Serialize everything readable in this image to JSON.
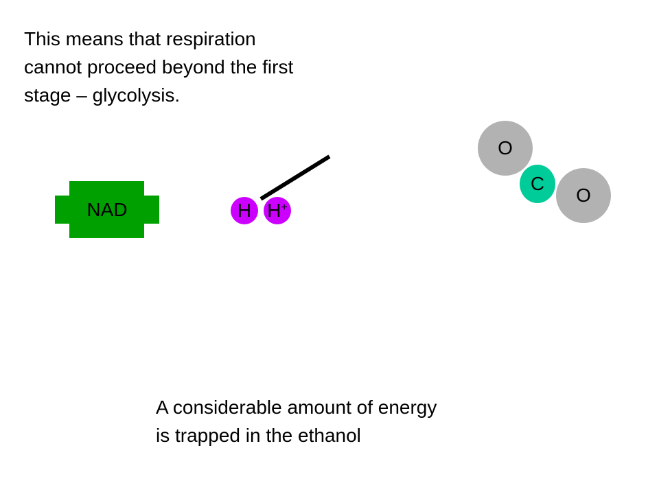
{
  "intro_text": {
    "line1": "This means that respiration",
    "line2": "cannot proceed beyond the first",
    "line3": "stage – glycolysis."
  },
  "energy_text": {
    "line1": "A considerable amount of energy",
    "line2": "is trapped in the ethanol"
  },
  "nad": {
    "label": "NAD",
    "color": "#00a000"
  },
  "hydrogen": {
    "atom_label": "H",
    "ion_label": "H",
    "ion_charge": "+",
    "color": "#cc00ff"
  },
  "carbon_dioxide": {
    "oxygen_1_label": "O",
    "carbon_label": "C",
    "oxygen_2_label": "O",
    "oxygen_color": "#b2b2b2",
    "carbon_color": "#00cc99"
  },
  "bond_color": "#000000"
}
